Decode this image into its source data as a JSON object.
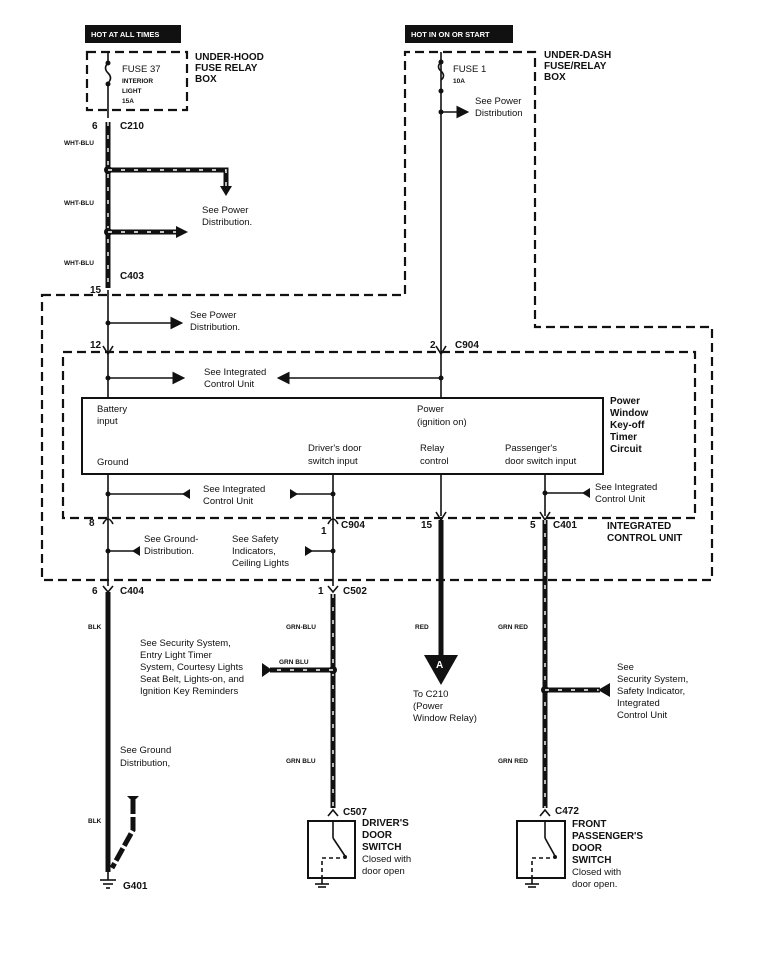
{
  "sources": {
    "hot_at_all_times": "HOT AT ALL TIMES",
    "hot_in_on_or_start": "HOT IN ON OR START"
  },
  "under_hood": {
    "box_label": [
      "UNDER-HOOD",
      "FUSE RELAY",
      "BOX"
    ],
    "fuse": [
      "FUSE 37",
      "INTERIOR",
      "LIGHT",
      "15A"
    ]
  },
  "under_dash": {
    "box_label": [
      "UNDER-DASH",
      "FUSE/RELAY",
      "BOX"
    ],
    "fuse": [
      "FUSE 1",
      "10A"
    ],
    "see_power": [
      "See Power",
      "Distribution"
    ]
  },
  "connectors": {
    "c210": "C210",
    "c210_pin": "6",
    "c403": "C403",
    "c403_pin": "15",
    "c904_top_pin_left": "12",
    "c904_top_pin_right": "2",
    "c904_top": "C904",
    "c904_bottom_pin_left": "8",
    "c904_bottom_pin_mid": "1",
    "c904_bottom": "C904",
    "relay_pin": "15",
    "c401_pin": "5",
    "c401": "C401",
    "c404_pin": "6",
    "c404": "C404",
    "c502_pin": "1",
    "c502": "C502",
    "c507": "C507",
    "c472": "C472",
    "g401": "G401"
  },
  "wires": {
    "wht_blu": "WHT-BLU",
    "blk": "BLK",
    "grn_blu": "GRN-BLU",
    "grn_blu_branch": "GRN BLU",
    "grn_blu_lower": "GRN BLU",
    "red": "RED",
    "grn_red": "GRN RED"
  },
  "notes": {
    "see_power_dist_1": [
      "See Power",
      "Distribution."
    ],
    "see_power_dist_2": [
      "See Power",
      "Distribution."
    ],
    "see_icu_top": [
      "See Integrated",
      "Control Unit"
    ],
    "see_icu_bottom": [
      "See Integrated",
      "Control Unit"
    ],
    "see_icu_right": [
      "See Integrated",
      "Control Unit"
    ],
    "see_ground_dist": [
      "See Ground-",
      "Distribution."
    ],
    "see_safety": [
      "See Safety",
      "Indicators,",
      "Ceiling Lights"
    ],
    "see_security": [
      "See Security System,",
      "Entry Light Timer",
      "System, Courtesy Lights",
      "Seat Belt, Lights-on, and",
      "Ignition Key Reminders"
    ],
    "see_ground_dist_2": [
      "See Ground",
      "Distribution,"
    ],
    "see_security_right": [
      "See",
      "Security System,",
      "Safety Indicator,",
      "Integrated",
      "Control Unit"
    ],
    "to_c210": [
      "To C210",
      "(Power",
      "Window Relay)"
    ],
    "connector_a": "A"
  },
  "timer_circuit": {
    "title": [
      "Power",
      "Window",
      "Key-off",
      "Timer",
      "Circuit"
    ],
    "battery_input": [
      "Battery",
      "input"
    ],
    "power_input": [
      "Power",
      "(ignition on)"
    ],
    "ground": "Ground",
    "driver_input": [
      "Driver's door",
      "switch input"
    ],
    "relay_control": [
      "Relay",
      "control"
    ],
    "passenger_input": [
      "Passenger's",
      "door switch input"
    ]
  },
  "icu_label": [
    "INTEGRATED",
    "CONTROL UNIT"
  ],
  "driver_switch": [
    "DRIVER'S",
    "DOOR",
    "SWITCH",
    "Closed with",
    "door open"
  ],
  "passenger_switch": [
    "FRONT",
    "PASSENGER'S",
    "DOOR",
    "SWITCH",
    "Closed with",
    "door open."
  ]
}
